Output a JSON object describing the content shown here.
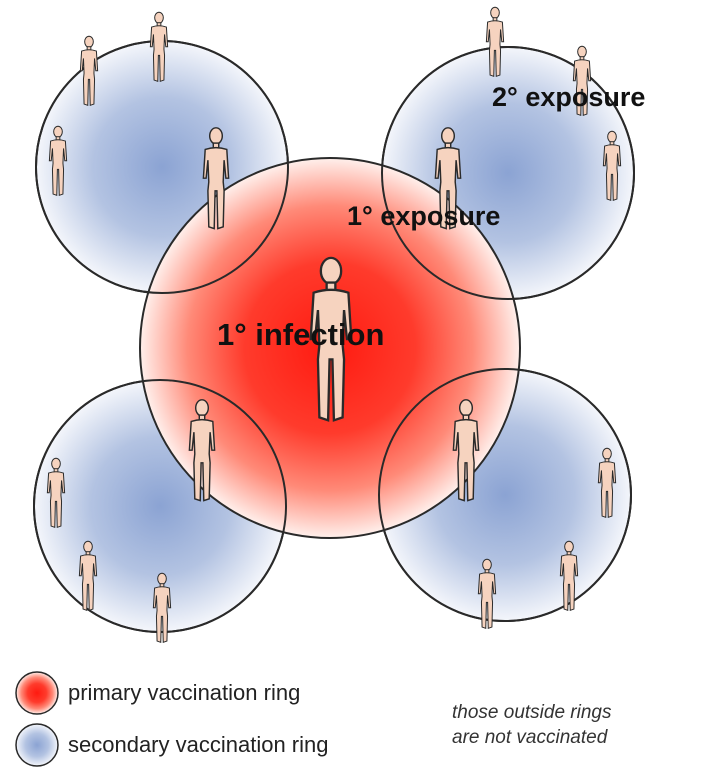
{
  "diagram": {
    "labels": {
      "primary_infection": "1° infection",
      "primary_exposure": "1° exposure",
      "secondary_exposure": "2° exposure"
    },
    "legend": {
      "primary_label": "primary vaccination ring",
      "secondary_label": "secondary vaccination ring",
      "primary_color": "#ff1a1a",
      "secondary_color": "#8fa6d4"
    },
    "note": {
      "line1": "those outside rings",
      "line2": "are not vaccinated"
    },
    "colors": {
      "skin": "#f6d3bf",
      "outline": "#2a2a2a",
      "primary_center": "#ff1a10",
      "secondary_center": "#8ba3d3"
    }
  }
}
